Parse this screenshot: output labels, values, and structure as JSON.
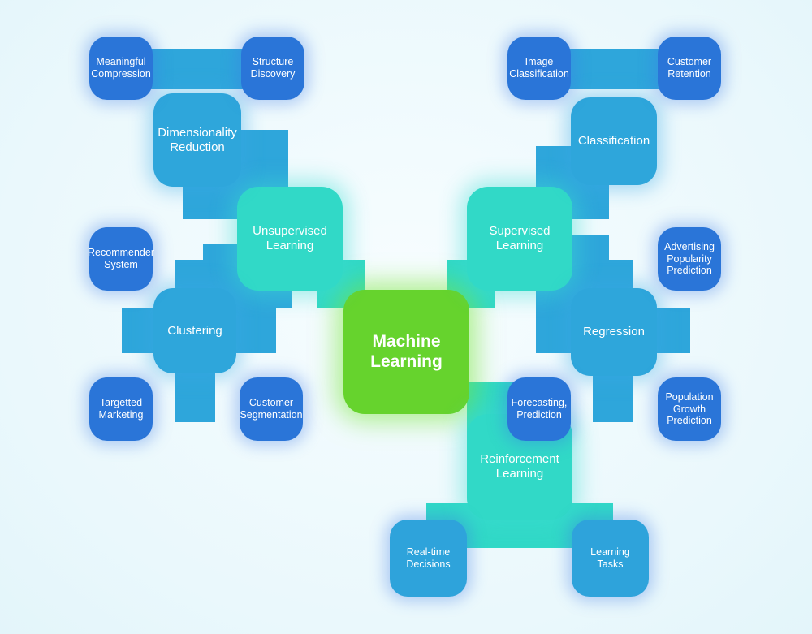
{
  "center": "Machine\nLearning",
  "categories": {
    "unsupervised": "Unsupervised\nLearning",
    "supervised": "Supervised\nLearning",
    "reinforcement": "Reinforcement\nLearning"
  },
  "subtopics": {
    "dimensionality_reduction": "Dimensionality\nReduction",
    "clustering": "Clustering",
    "classification": "Classification",
    "regression": "Regression"
  },
  "leaves": {
    "meaningful_compression": "Meaningful\nCompression",
    "structure_discovery": "Structure\nDiscovery",
    "recommender_system": "Recommender\nSystem",
    "targetted_marketing": "Targetted\nMarketing",
    "customer_segmentation": "Customer\nSegmentation",
    "image_classification": "Image\nClassification",
    "customer_retention": "Customer\nRetention",
    "advertising_popularity_prediction": "Advertising\nPopularity\nPrediction",
    "forecasting_prediction": "Forecasting,\nPrediction",
    "population_growth_prediction": "Population\nGrowth\nPrediction",
    "real_time_decisions": "Real-time\nDecisions",
    "learning_tasks": "Learning\nTasks"
  },
  "colors": {
    "center": "#66d32d",
    "category": "#31d9c7",
    "subtopic": "#2ea6db",
    "leaf": "#2a75d8",
    "text": "#ffffff",
    "background": "#eaf8fc"
  }
}
